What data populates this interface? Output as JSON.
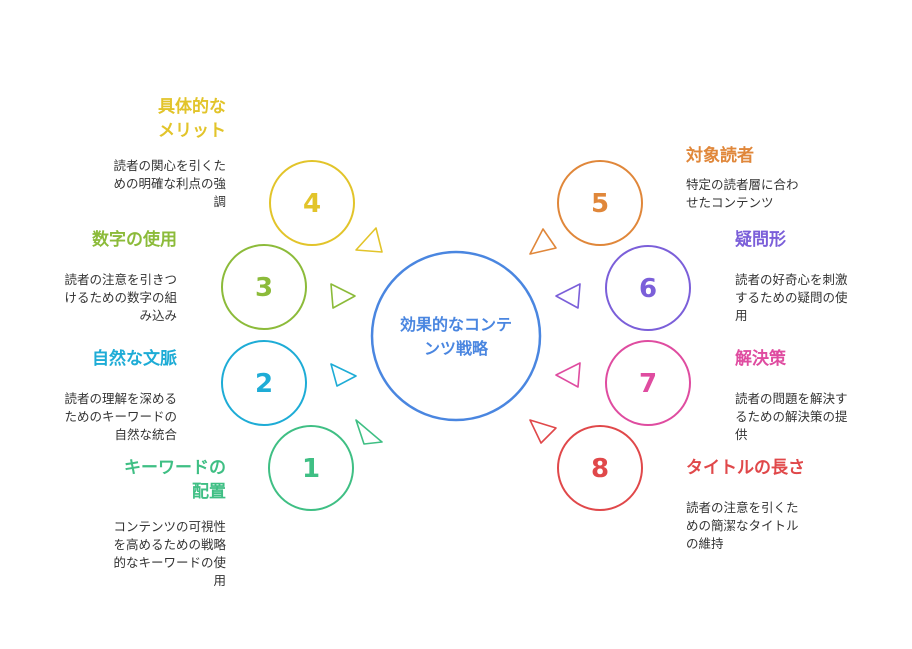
{
  "center": {
    "lines": [
      "効果的なコンテ",
      "ンツ戦略"
    ],
    "color": "#4a86e0"
  },
  "items": [
    {
      "number": "1",
      "color": "#3fbf84",
      "title_lines": [
        "キーワードの",
        "配置"
      ],
      "desc_lines": [
        "コンテンツの可視性",
        "を高めるための戦略",
        "的なキーワードの使",
        "用"
      ]
    },
    {
      "number": "2",
      "color": "#1eacd6",
      "title_lines": [
        "自然な文脈"
      ],
      "desc_lines": [
        "読者の理解を深める",
        "ためのキーワードの",
        "自然な統合"
      ]
    },
    {
      "number": "3",
      "color": "#8cbb3a",
      "title_lines": [
        "数字の使用"
      ],
      "desc_lines": [
        "読者の注意を引きつ",
        "けるための数字の組",
        "み込み"
      ]
    },
    {
      "number": "4",
      "color": "#e2c42a",
      "title_lines": [
        "具体的な",
        "メリット"
      ],
      "desc_lines": [
        "読者の関心を引くた",
        "めの明確な利点の強",
        "調"
      ]
    },
    {
      "number": "5",
      "color": "#e0873a",
      "title_lines": [
        "対象読者"
      ],
      "desc_lines": [
        "特定の読者層に合わ",
        "せたコンテンツ"
      ]
    },
    {
      "number": "6",
      "color": "#7b5fd9",
      "title_lines": [
        "疑問形"
      ],
      "desc_lines": [
        "読者の好奇心を刺激",
        "するための疑問の使",
        "用"
      ]
    },
    {
      "number": "7",
      "color": "#df4ca0",
      "title_lines": [
        "解決策"
      ],
      "desc_lines": [
        "読者の問題を解決す",
        "るための解決策の提",
        "供"
      ]
    },
    {
      "number": "8",
      "color": "#e0484a",
      "title_lines": [
        "タイトルの長さ"
      ],
      "desc_lines": [
        "読者の注意を引くた",
        "めの簡潔なタイトル",
        "の維持"
      ]
    }
  ]
}
